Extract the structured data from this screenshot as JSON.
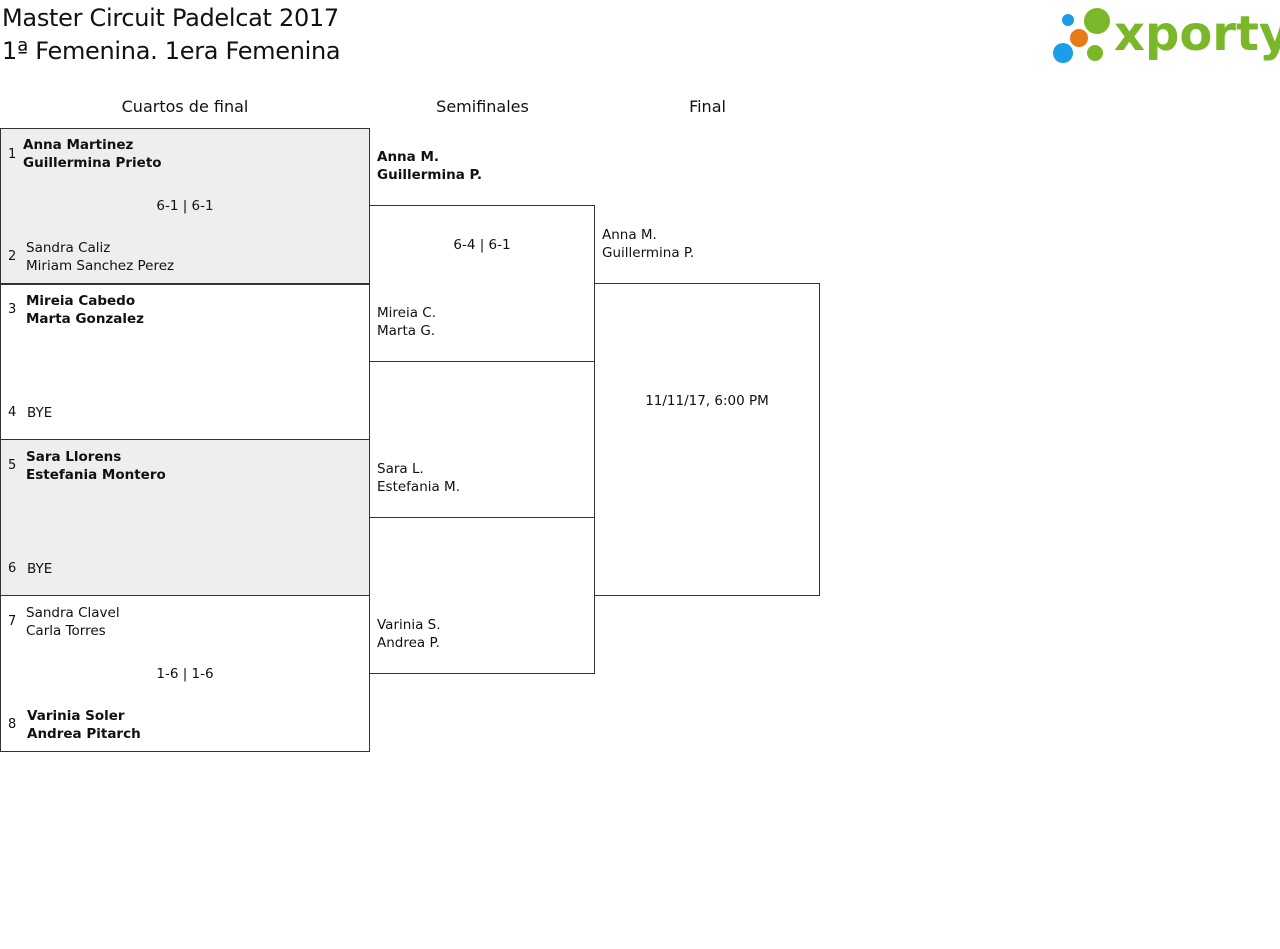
{
  "header": {
    "title_line1": "Master Circuit Padelcat 2017",
    "title_line2": "1ª Femenina. 1era Femenina",
    "logo_text": "xporty"
  },
  "colors": {
    "logo_green": "#7ab829",
    "logo_blue": "#1a9ee6",
    "logo_orange": "#e87a18",
    "shade": "#eeeeee",
    "border": "#333333"
  },
  "rounds": {
    "quarterfinals": "Cuartos de final",
    "semifinals": "Semifinales",
    "final": "Final"
  },
  "quarterfinals": [
    {
      "top": {
        "seed": "1",
        "p1": "Anna Martinez",
        "p2": "Guillermina Prieto"
      },
      "bottom": {
        "seed": "2",
        "p1": "Sandra Caliz",
        "p2": "Miriam Sanchez Perez"
      },
      "score": "6-1 | 6-1"
    },
    {
      "top": {
        "seed": "3",
        "p1": "Mireia Cabedo",
        "p2": "Marta Gonzalez"
      },
      "bottom": {
        "seed": "4",
        "p1": "BYE"
      },
      "score": ""
    },
    {
      "top": {
        "seed": "5",
        "p1": "Sara Llorens",
        "p2": "Estefania Montero"
      },
      "bottom": {
        "seed": "6",
        "p1": "BYE"
      },
      "score": ""
    },
    {
      "top": {
        "seed": "7",
        "p1": "Sandra Clavel",
        "p2": "Carla Torres"
      },
      "bottom": {
        "seed": "8",
        "p1": "Varinia Soler",
        "p2": "Andrea Pitarch"
      },
      "score": "1-6 | 1-6"
    }
  ],
  "semifinals": [
    {
      "top": {
        "p1": "Anna M.",
        "p2": "Guillermina P."
      },
      "bottom": {
        "p1": "Mireia C.",
        "p2": "Marta G."
      },
      "score": "6-4 | 6-1"
    },
    {
      "top": {
        "p1": "Sara L.",
        "p2": "Estefania M."
      },
      "bottom": {
        "p1": "Varinia S.",
        "p2": "Andrea P."
      },
      "score": ""
    }
  ],
  "final": {
    "top": {
      "p1": "Anna M.",
      "p2": "Guillermina P."
    },
    "schedule": "11/11/17, 6:00 PM"
  }
}
